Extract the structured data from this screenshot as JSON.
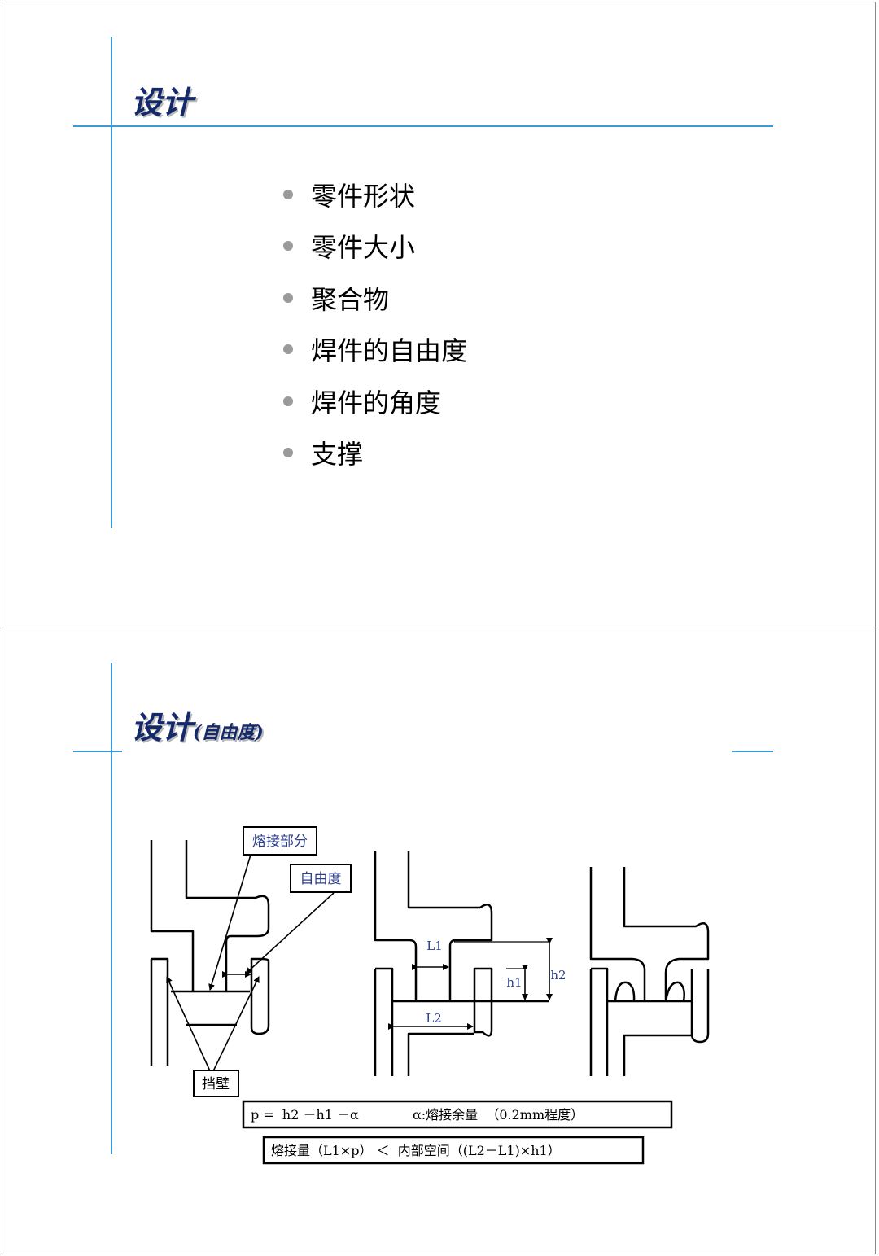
{
  "slide1": {
    "title": "设计",
    "bullets": [
      "零件形状",
      "零件大小",
      "聚合物",
      "焊件的自由度",
      "焊件的角度",
      "支撑"
    ]
  },
  "slide2": {
    "title": "设计",
    "title_sub": "(自由度)",
    "labels": {
      "weld_part": "熔接部分",
      "freedom": "自由度",
      "wall": "挡壁",
      "L1": "L1",
      "L2": "L2",
      "h1": "h1",
      "h2": "h2"
    },
    "formula1": "p =  h2 －h1 －α             α:熔接余量  （0.2mm程度）",
    "formula2": "熔接量（L1×p） ＜  内部空间（(L2－L1)×h1）"
  },
  "colors": {
    "rule": "#3a9ad9",
    "title": "#14296b",
    "label": "#2c3e8c"
  }
}
